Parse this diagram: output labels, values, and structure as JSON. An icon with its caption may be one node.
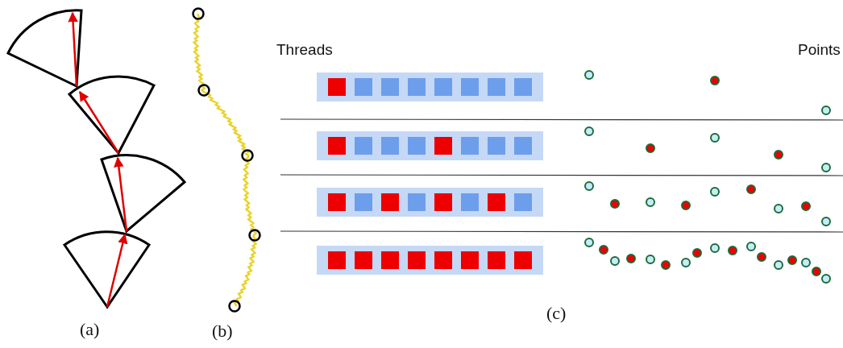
{
  "diagram": {
    "labels": [
      "Threads",
      "Points",
      "(a)",
      "(b)",
      "(c)"
    ]
  }
}
